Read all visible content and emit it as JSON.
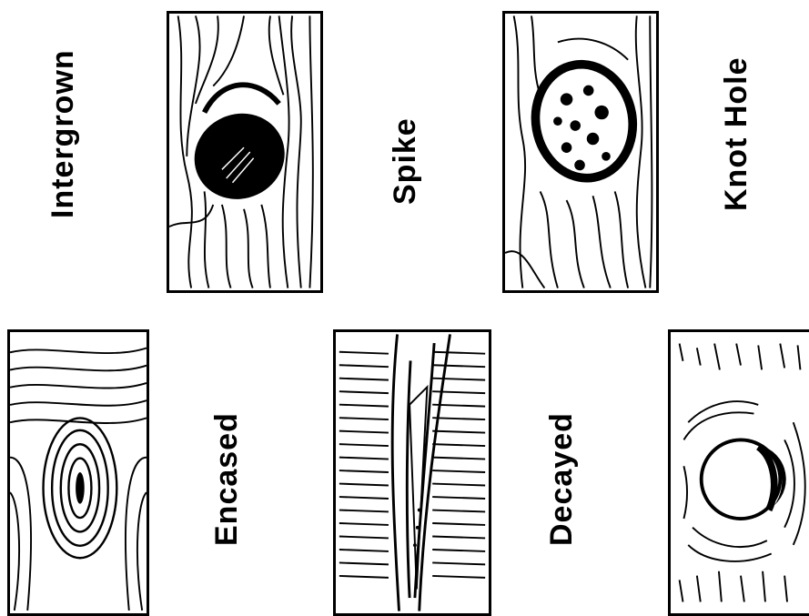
{
  "labels": {
    "intergrown": "Intergrown",
    "spike": "Spike",
    "knot_hole": "Knot Hole",
    "encased": "Encased",
    "decayed": "Decayed"
  },
  "panels": [
    {
      "name": "intergrown-knot-illustration",
      "type": "intergrown"
    },
    {
      "name": "decayed-knot-illustration",
      "type": "decayed"
    },
    {
      "name": "encased-knot-illustration",
      "type": "encased"
    },
    {
      "name": "spike-knot-illustration",
      "type": "spike"
    },
    {
      "name": "knot-hole-illustration",
      "type": "knot-hole"
    }
  ]
}
